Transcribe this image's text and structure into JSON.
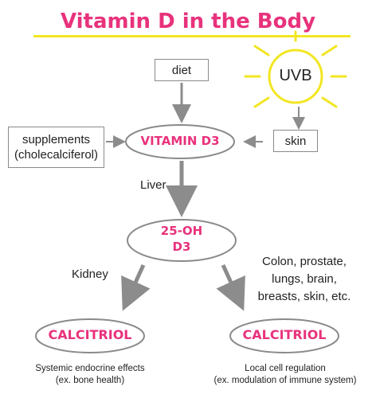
{
  "title": "Vitamin D in the Body",
  "colors": {
    "accent": "#e8327c",
    "rule": "#f2e622",
    "sun": "#f2e622",
    "arrow": "#8c8c8c",
    "outline": "#8a8a8a"
  },
  "nodes": {
    "diet": "diet",
    "uvb": "UVB",
    "supplements_line1": "supplements",
    "supplements_line2": "(cholecalciferol)",
    "vitamin_d3": "VITAMIN D3",
    "skin": "skin",
    "hydroxy_line1": "25-OH",
    "hydroxy_line2": "D3",
    "calcitriol_left": "CALCITRIOL",
    "calcitriol_right": "CALCITRIOL"
  },
  "labels": {
    "liver": "Liver",
    "kidney": "Kidney",
    "tissues_line1": "Colon, prostate,",
    "tissues_line2": "lungs, brain,",
    "tissues_line3": "breasts, skin, etc."
  },
  "captions": {
    "left_line1": "Systemic endocrine effects",
    "left_line2": "(ex. bone health)",
    "right_line1": "Local cell regulation",
    "right_line2": "(ex. modulation of immune system)"
  }
}
